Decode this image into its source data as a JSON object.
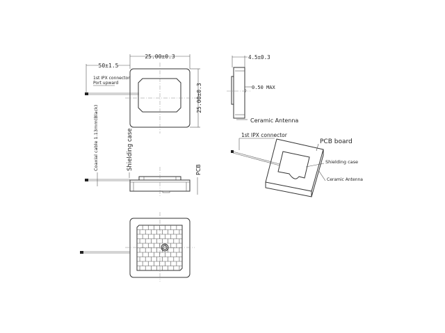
{
  "top_view": {
    "width_dim": "25.00±0.3",
    "height_dim": "25.00±0.3",
    "cable_dim": "50±1.5",
    "connector_label": "1st IPX connector",
    "connector_note": "Port upward"
  },
  "front_view": {
    "cable_label": "Coaxial cable 1.13mm(Black)",
    "shield_label": "Shielding case",
    "pcb_label": "PCB"
  },
  "side_view": {
    "thickness_dim": "4.5±0.3",
    "protrusion_dim": "0.50 MAX",
    "antenna_label": "Ceramic Antenna"
  },
  "iso_view": {
    "connector_label": "1st IPX connector",
    "pcb_label": "PCB board",
    "shield_label": "Shielding case",
    "antenna_label": "Ceramic Antenna"
  }
}
